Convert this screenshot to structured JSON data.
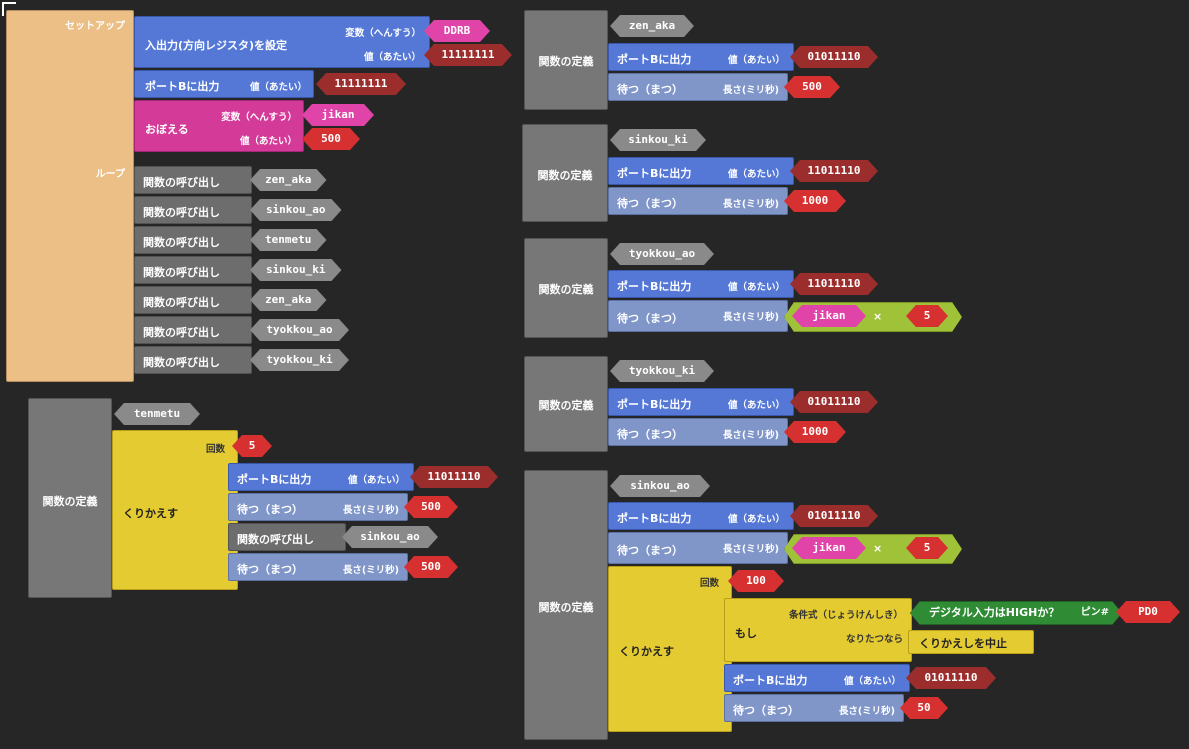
{
  "setup_block": {
    "setup_label": "セットアップ",
    "loop_label": "ループ",
    "io_set": {
      "label": "入出力(方向レジスタ)を設定",
      "var_label": "変数（へんすう）",
      "val_label": "値（あたい）",
      "var": "DDRB",
      "val": "11111111"
    },
    "portb_out": {
      "label": "ポートBに出力",
      "val_label": "値（あたい）",
      "val": "11111111"
    },
    "remember": {
      "label": "おぼえる",
      "var_label": "変数（へんすう）",
      "val_label": "値（あたい）",
      "var": "jikan",
      "val": "500"
    },
    "loop_calls": {
      "label": "関数の呼び出し",
      "names": [
        "zen_aka",
        "sinkou_ao",
        "tenmetu",
        "sinkou_ki",
        "zen_aka",
        "tyokkou_ao",
        "tyokkou_ki"
      ]
    }
  },
  "common": {
    "define_label": "関数の定義",
    "port_out_label": "ポートBに出力",
    "value_label": "値（あたい）",
    "wait_label": "待つ（まつ）",
    "length_label": "長さ(ミリ秒)",
    "repeat_label": "くりかえす",
    "count_label": "回数",
    "call_label": "関数の呼び出し",
    "times_symbol": "×"
  },
  "func_zen_aka": {
    "name": "zen_aka",
    "out": "01011110",
    "wait": "500"
  },
  "func_sinkou_ki": {
    "name": "sinkou_ki",
    "out": "11011110",
    "wait": "1000"
  },
  "func_tyokkou_ao": {
    "name": "tyokkou_ao",
    "out": "11011110",
    "var": "jikan",
    "mult": "5"
  },
  "func_tyokkou_ki": {
    "name": "tyokkou_ki",
    "out": "01011110",
    "wait": "1000"
  },
  "func_tenmetu": {
    "name": "tenmetu",
    "count": "5",
    "out": "11011110",
    "wait1": "500",
    "call": "sinkou_ao",
    "wait2": "500"
  },
  "func_sinkou_ao": {
    "name": "sinkou_ao",
    "out": "01011110",
    "var": "jikan",
    "mult": "5",
    "count": "100",
    "if_label": "もし",
    "cond_label": "条件式（じょうけんしき）",
    "then_label": "なりたつなら",
    "digital_in": "デジタル入力はHIGHか？",
    "pin_label": "ピン#",
    "pin": "PD0",
    "break_label": "くりかえしを中止",
    "out2": "01011110",
    "wait2": "50"
  }
}
